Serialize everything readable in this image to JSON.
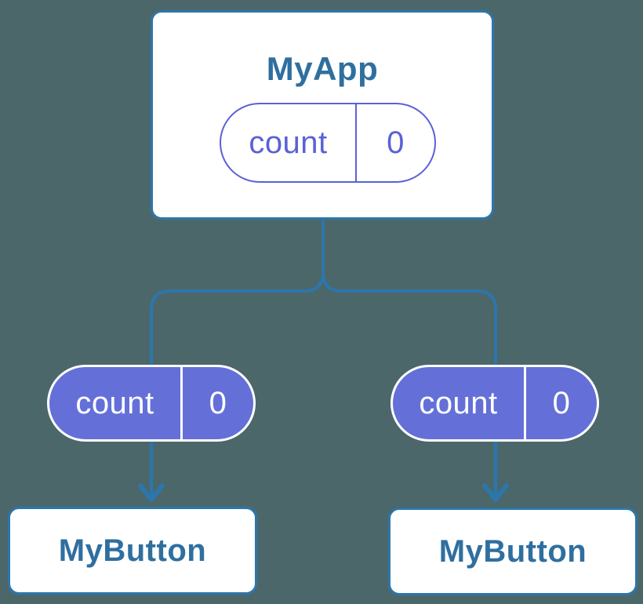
{
  "theme": {
    "background": "#4C676A",
    "wire_blue": "#2C76AB",
    "title_blue": "#2F6F9F",
    "pill_purple_fill": "#6470D8",
    "pill_purple_outline": "#5B61D6",
    "pill_text_on_purple": "#FFFFFF",
    "card_background": "#FFFFFF"
  },
  "tree": {
    "root": {
      "title": "MyApp",
      "state": {
        "name": "count",
        "value": "0"
      }
    },
    "children": [
      {
        "title": "MyButton",
        "prop": {
          "name": "count",
          "value": "0"
        }
      },
      {
        "title": "MyButton",
        "prop": {
          "name": "count",
          "value": "0"
        }
      }
    ]
  }
}
